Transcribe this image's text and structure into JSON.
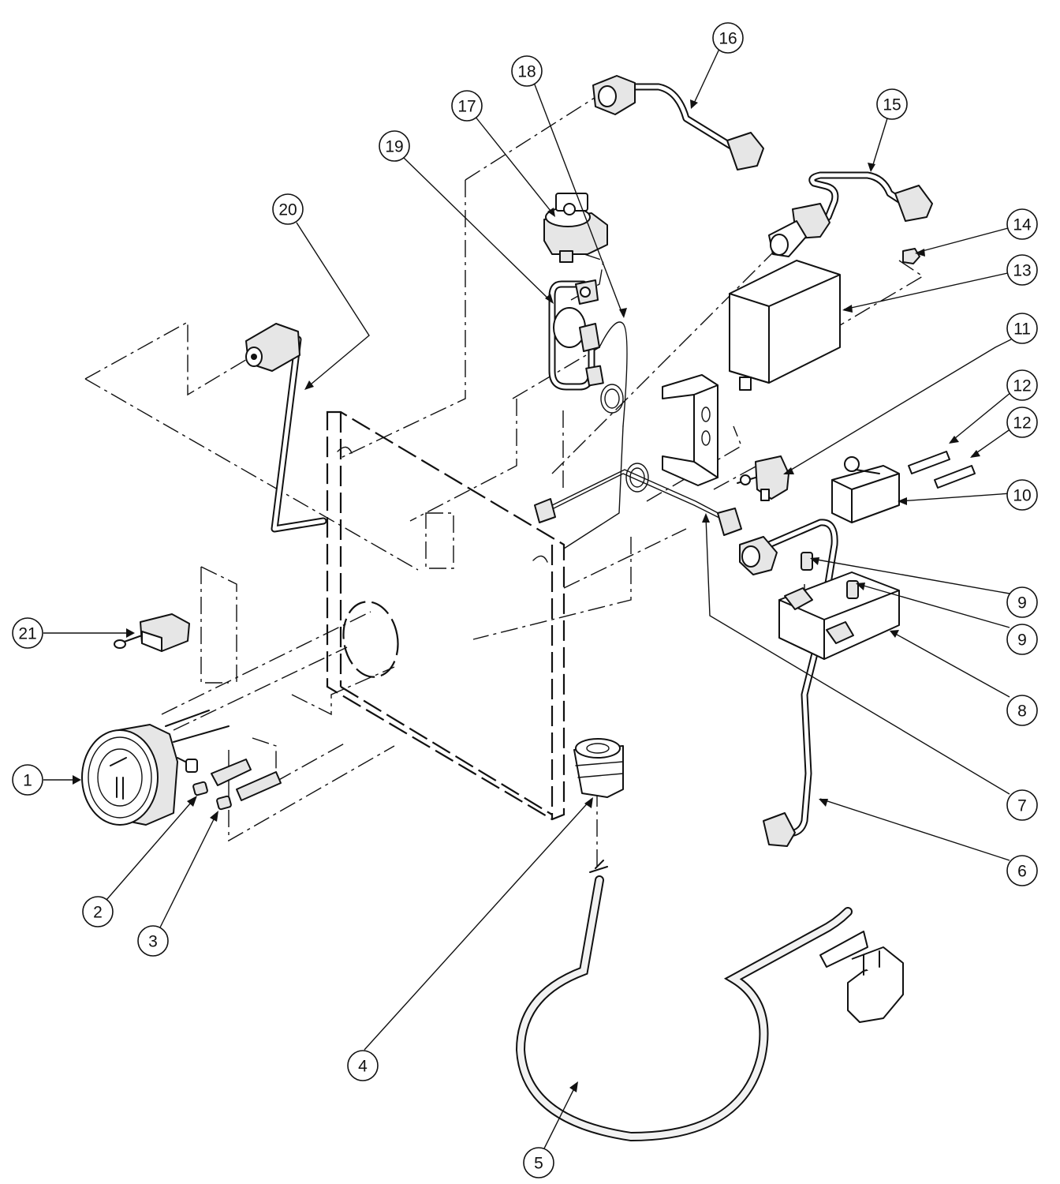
{
  "callouts": [
    "1",
    "2",
    "3",
    "4",
    "5",
    "6",
    "7",
    "8",
    "9",
    "9",
    "10",
    "11",
    "12",
    "12",
    "13",
    "14",
    "15",
    "16",
    "17",
    "18",
    "19",
    "20",
    "21"
  ]
}
